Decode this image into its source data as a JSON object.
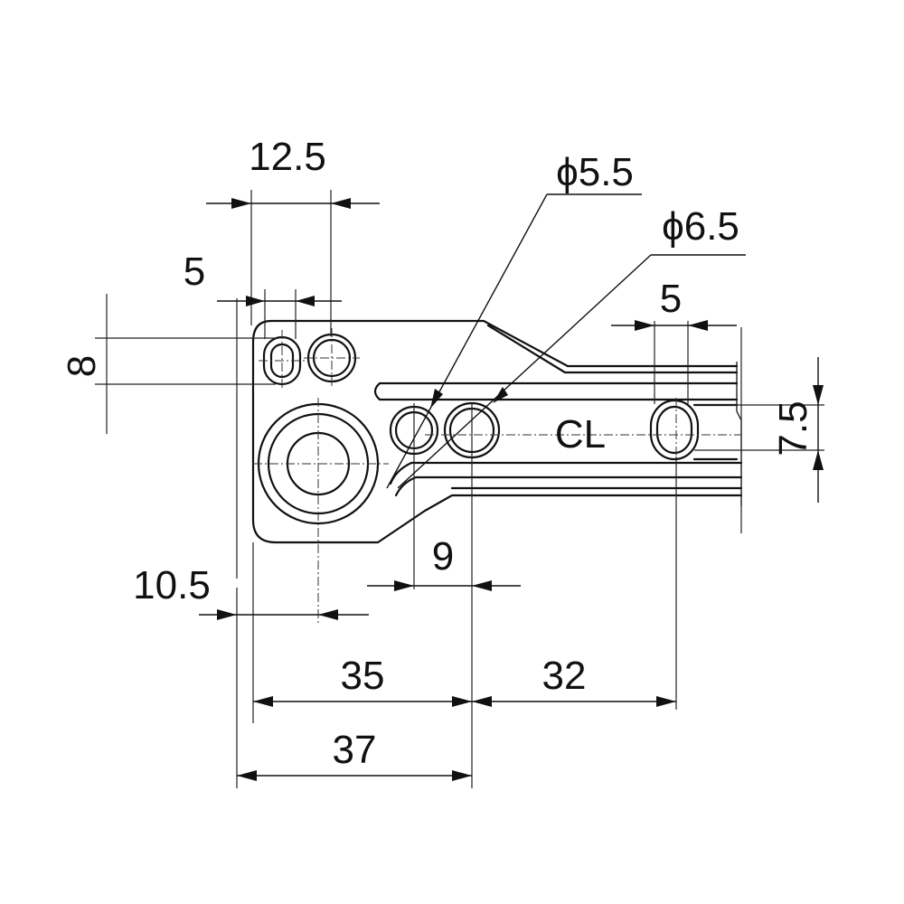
{
  "drawing": {
    "dimensions": {
      "d_12_5": "12.5",
      "d_5_top": "5",
      "d_8": "8",
      "d_dia_5_5": "ϕ5.5",
      "d_dia_6_5": "ϕ6.5",
      "d_5_right": "5",
      "d_7_5": "7.5",
      "d_9": "9",
      "d_10_5": "10.5",
      "d_35": "35",
      "d_32": "32",
      "d_37": "37"
    },
    "centerline_label": "CL"
  }
}
